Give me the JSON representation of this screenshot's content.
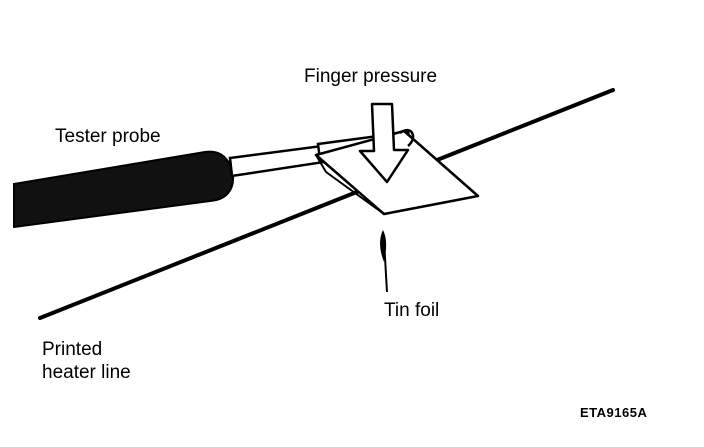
{
  "labels": {
    "finger_pressure": "Finger pressure",
    "tester_probe": "Tester probe",
    "tin_foil": "Tin foil",
    "printed_heater_line_1": "Printed",
    "printed_heater_line_2": "heater line",
    "figure_code": "ETA9165A"
  },
  "colors": {
    "ink": "#000000",
    "paper": "#ffffff"
  }
}
